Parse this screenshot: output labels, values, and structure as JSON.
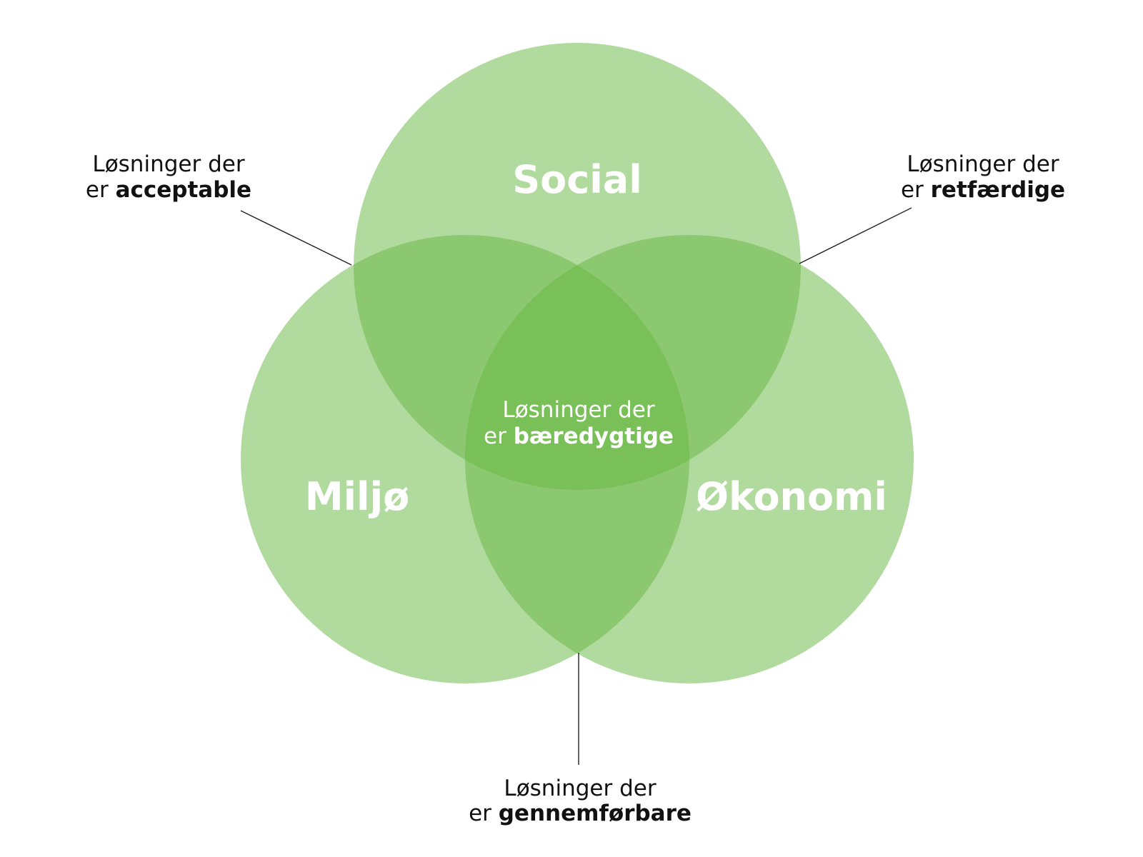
{
  "colors": {
    "circle_fill": "#6ab845",
    "label_on_circle": "#ffffff",
    "outer_text": "#111111",
    "leader_line": "#222222",
    "background": "#ffffff"
  },
  "circles": {
    "social": "Social",
    "miljo": "Miljø",
    "okonomi": "Økonomi"
  },
  "intersections": {
    "center": {
      "line1": "Løsninger der",
      "prefix": "er ",
      "emphasis": "bæredygtige"
    },
    "social_miljo": {
      "line1": "Løsninger der",
      "prefix": "er ",
      "emphasis": "acceptable"
    },
    "social_okonomi": {
      "line1": "Løsninger der",
      "prefix": "er ",
      "emphasis": "retfærdige"
    },
    "miljo_okonomi": {
      "line1": "Løsninger der",
      "prefix": "er ",
      "emphasis": "gennemførbare"
    }
  }
}
